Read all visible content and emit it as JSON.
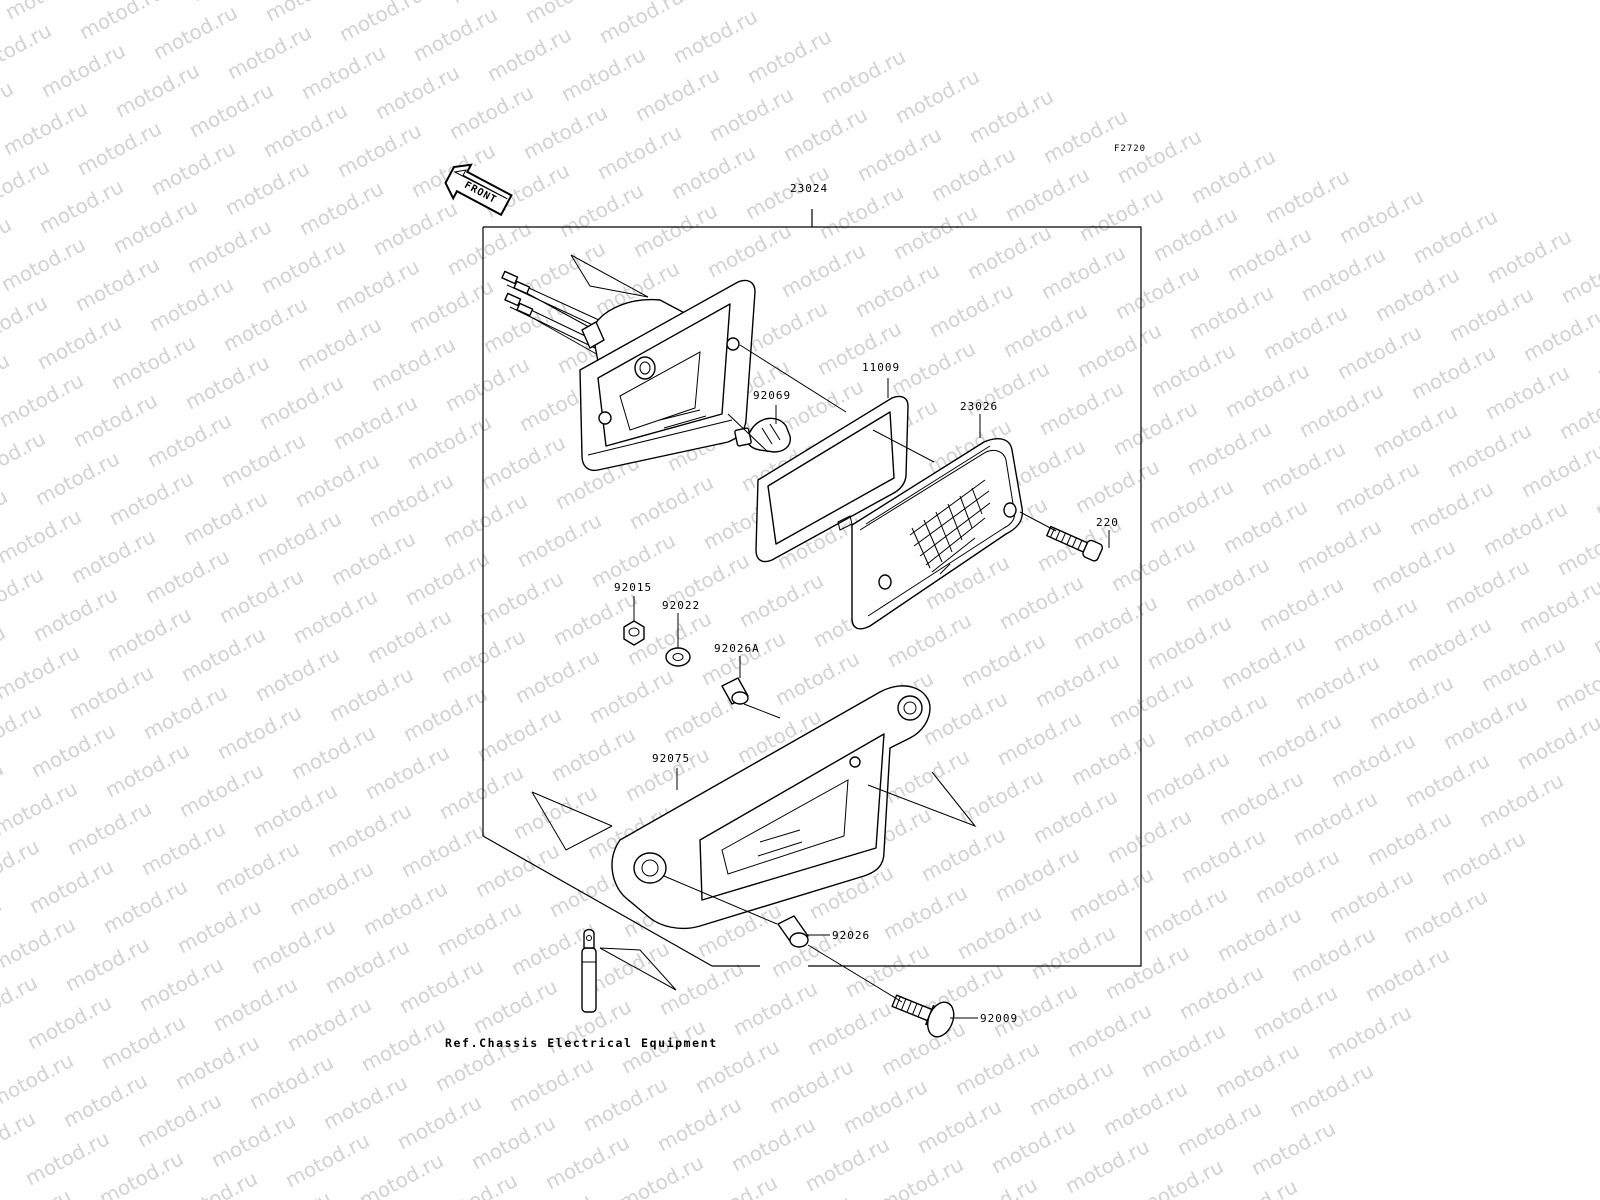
{
  "figure_code": "F2720",
  "watermark_text": "motod.ru",
  "front_arrow_label": "FRONT",
  "reference_note": "Ref.Chassis Electrical Equipment",
  "callouts": [
    {
      "key": "assembly",
      "number": "23024"
    },
    {
      "key": "gasket",
      "number": "11009"
    },
    {
      "key": "bulb",
      "number": "92069"
    },
    {
      "key": "lens",
      "number": "23026"
    },
    {
      "key": "screw",
      "number": "220"
    },
    {
      "key": "nut",
      "number": "92015"
    },
    {
      "key": "washer",
      "number": "92022"
    },
    {
      "key": "collar-a",
      "number": "92026A"
    },
    {
      "key": "bracket",
      "number": "92075"
    },
    {
      "key": "collar",
      "number": "92026"
    },
    {
      "key": "bolt",
      "number": "92009"
    }
  ]
}
